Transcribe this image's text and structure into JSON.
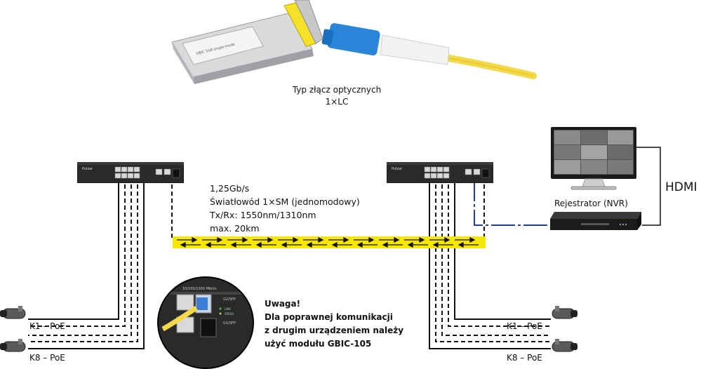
{
  "connector": {
    "line1": "Typ złącz optycznych",
    "line2": "1×LC"
  },
  "module_print": {
    "line1": "GBIC 1G8 single-mode"
  },
  "link": {
    "speed": "1,25Gb/s",
    "fiber": "Światłowód 1×SM (jednomodowy)",
    "txrx": "Tx/Rx: 1550nm/1310nm",
    "range": "max. 20km"
  },
  "nvr": {
    "label": "Rejestrator (NVR)"
  },
  "hdmi": {
    "label": "HDMI"
  },
  "cameras": {
    "left_top": "K1 – PoE",
    "left_bottom": "K8 – PoE",
    "right_top": "K1 – PoE",
    "right_bottom": "K8 – PoE"
  },
  "warning": {
    "title": "Uwaga!",
    "line1": "Dla poprawnej komunikacji",
    "line2": "z drugim urządzeniem należy",
    "line3": "użyć modułu GBIC-105"
  },
  "inset": {
    "header": "10/100/1000 Mbit/s",
    "port_g2sfp": "G2/SFP",
    "port_g1sfp": "G1/SFP",
    "link": "LINK",
    "speed": "SPEED"
  },
  "colors": {
    "fiber_band": "#f6e600",
    "uplink": "#1f3f99",
    "device": "#222222"
  }
}
